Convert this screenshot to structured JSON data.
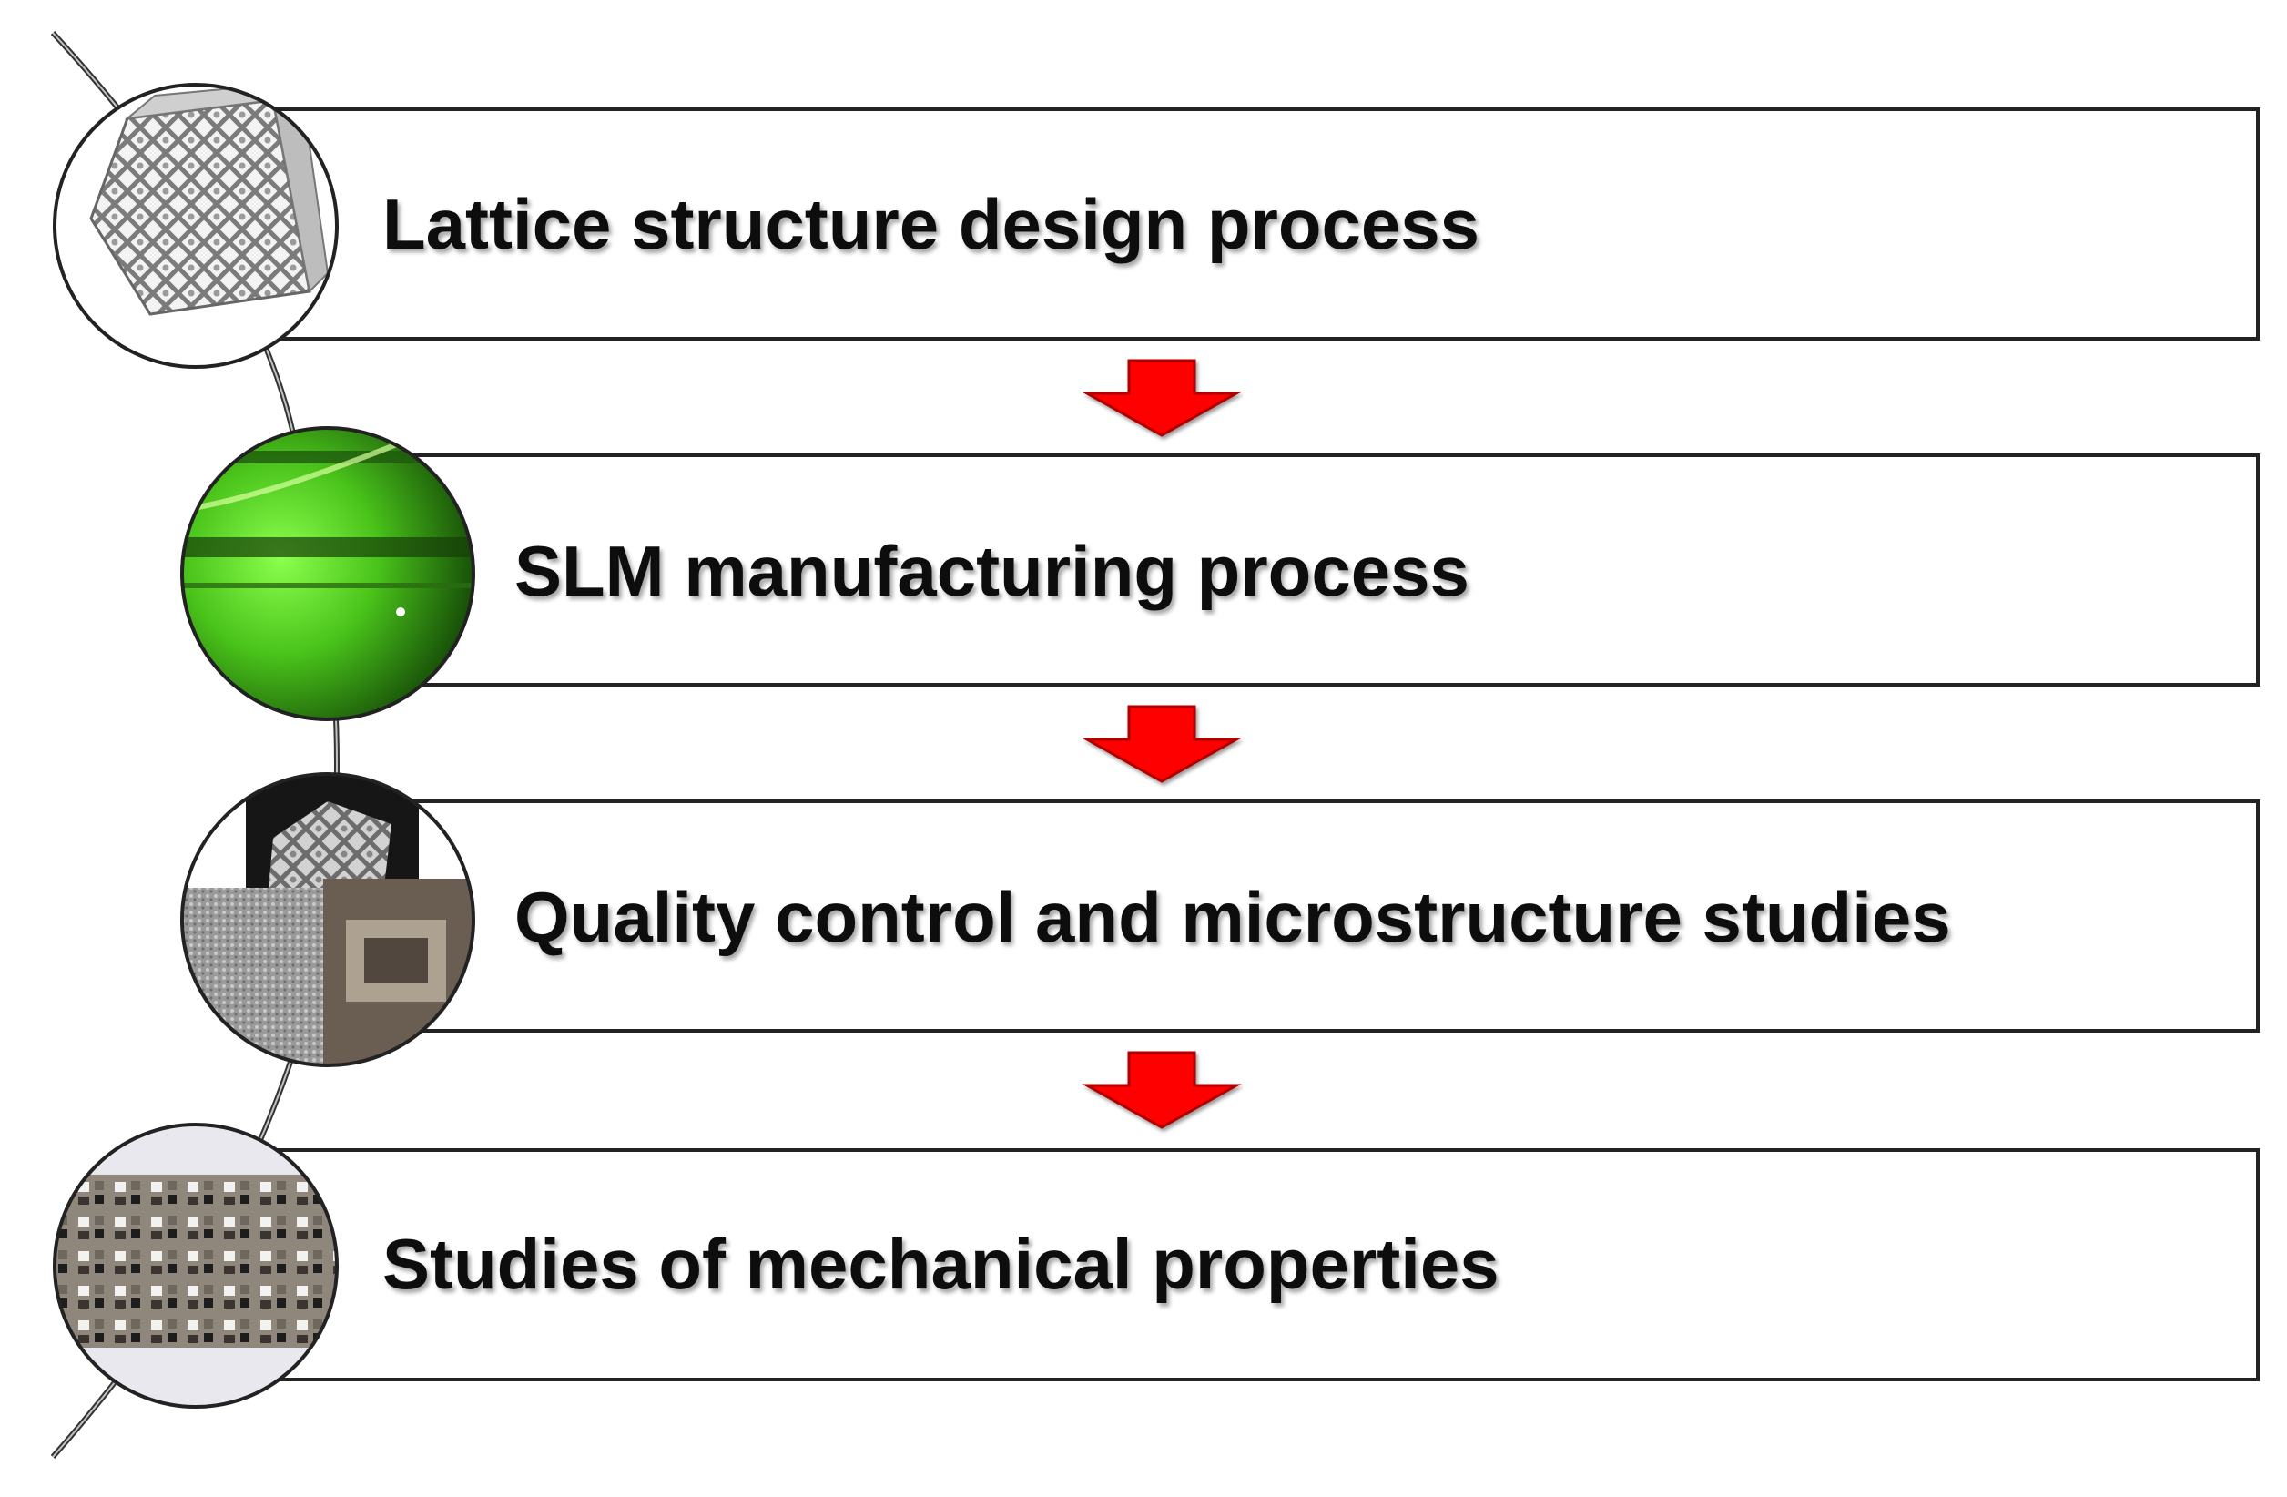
{
  "steps": [
    {
      "label": "Lattice structure design process",
      "image": "lattice-cube"
    },
    {
      "label": "SLM manufacturing process",
      "image": "green-laser-chamber"
    },
    {
      "label": "Quality control and microstructure studies",
      "image": "microstructure-collage"
    },
    {
      "label": "Studies of mechanical properties",
      "image": "lattice-specimen"
    }
  ],
  "colors": {
    "arrow": "#ff0000",
    "arrow_stroke": "#c00000",
    "box_border": "#222222",
    "text": "#111111",
    "laser_green": "#49c21a"
  }
}
